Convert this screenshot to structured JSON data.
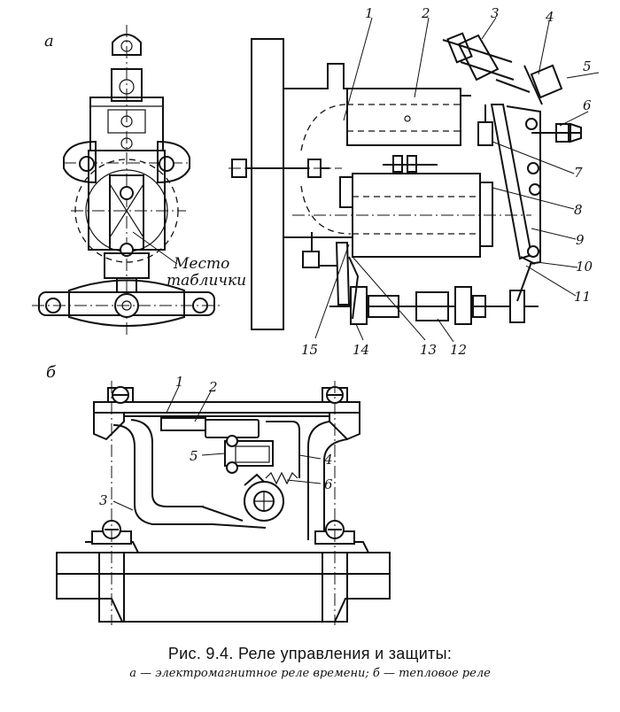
{
  "figure": {
    "panel_a_letter": "а",
    "panel_b_letter": "б",
    "nameplate_label_line1": "Место",
    "nameplate_label_line2": "таблички",
    "callouts_a": [
      "1",
      "2",
      "3",
      "4",
      "5",
      "6",
      "7",
      "8",
      "9",
      "10",
      "11",
      "12",
      "13",
      "14",
      "15"
    ],
    "callouts_b": [
      "1",
      "2",
      "3",
      "4",
      "5",
      "6"
    ]
  },
  "caption": {
    "title": "Рис. 9.4. Реле управления и защиты:",
    "subtitle": "а — электромагнитное реле времени; б — тепловое реле"
  }
}
